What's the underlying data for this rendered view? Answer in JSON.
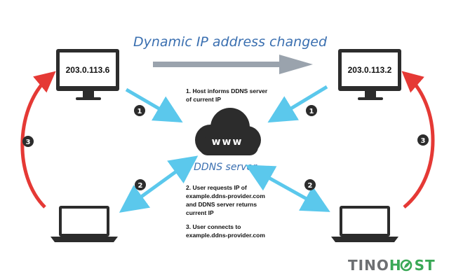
{
  "title": "Dynamic IP address changed",
  "left_monitor_ip": "203.0.113.6",
  "right_monitor_ip": "203.0.113.2",
  "cloud_text": "www",
  "server_label": "DDNS server",
  "step1": {
    "line1": "1. Host informs DDNS server",
    "line2": "of current IP"
  },
  "step2": {
    "line1": "2. User requests IP of",
    "line2": "example.ddns-provider.com",
    "line3": "and DDNS server returns",
    "line4": "current IP"
  },
  "step3": {
    "line1": "3. User connects to",
    "line2": "example.ddns-provider.com"
  },
  "badges": {
    "one": "1",
    "two": "2",
    "three": "3"
  },
  "brand": {
    "part1": "TINO",
    "part2": "H",
    "part3": "ST"
  },
  "colors": {
    "title": "#3a6fb0",
    "blue_arrow": "#5bc8ec",
    "red_arrow": "#e53935",
    "grey_arrow": "#9aa3ad",
    "dark": "#2c2c2c",
    "brand_grey": "#6d6f72",
    "brand_green": "#3aa856"
  }
}
